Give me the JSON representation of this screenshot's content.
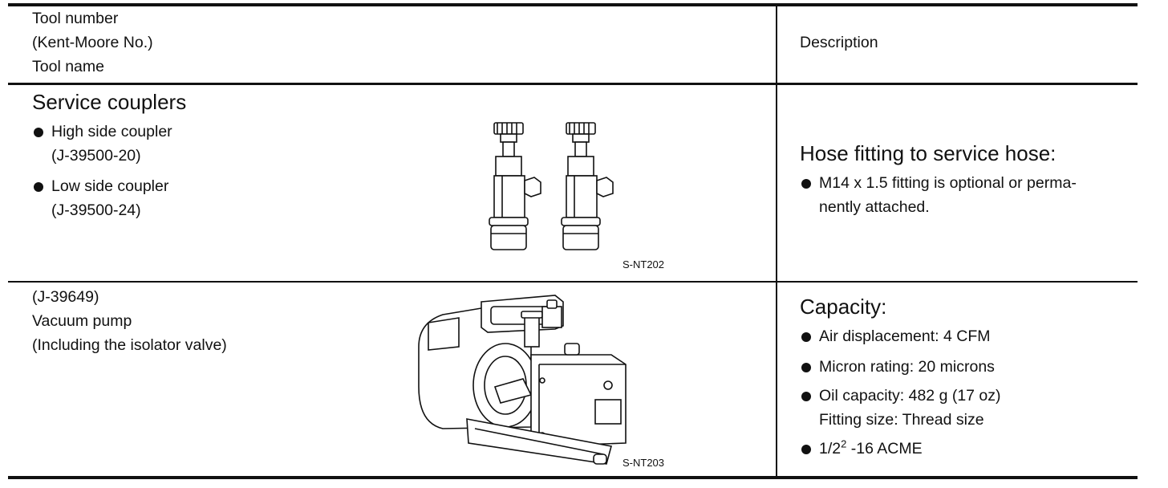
{
  "header": {
    "tool_lines": [
      "Tool number",
      "(Kent-Moore No.)",
      "Tool name"
    ],
    "description": "Description"
  },
  "rows": [
    {
      "title": "Service couplers",
      "items": [
        {
          "label": "High side coupler",
          "number": "(J-39500-20)"
        },
        {
          "label": "Low side coupler",
          "number": "(J-39500-24)"
        }
      ],
      "figure_code": "S-NT202",
      "figure_icon": "service-couplers-illustration",
      "desc_title": "Hose fitting to service hose:",
      "desc_bullets": [
        {
          "lines": [
            "M14 x 1.5 fitting is optional or perma-",
            "nently attached."
          ]
        }
      ]
    },
    {
      "tool_lines": [
        "(J-39649)",
        "Vacuum pump",
        "(Including the isolator valve)"
      ],
      "figure_code": "S-NT203",
      "figure_icon": "vacuum-pump-illustration",
      "desc_title": "Capacity:",
      "desc_bullets": [
        {
          "lines": [
            "Air displacement: 4 CFM"
          ]
        },
        {
          "lines": [
            "Micron rating: 20 microns"
          ]
        },
        {
          "lines": [
            "Oil capacity: 482 g (17 oz)",
            "Fitting size: Thread size"
          ]
        },
        {
          "base": "1/2",
          "sup": "2",
          "tail": " -16 ACME"
        }
      ]
    }
  ]
}
